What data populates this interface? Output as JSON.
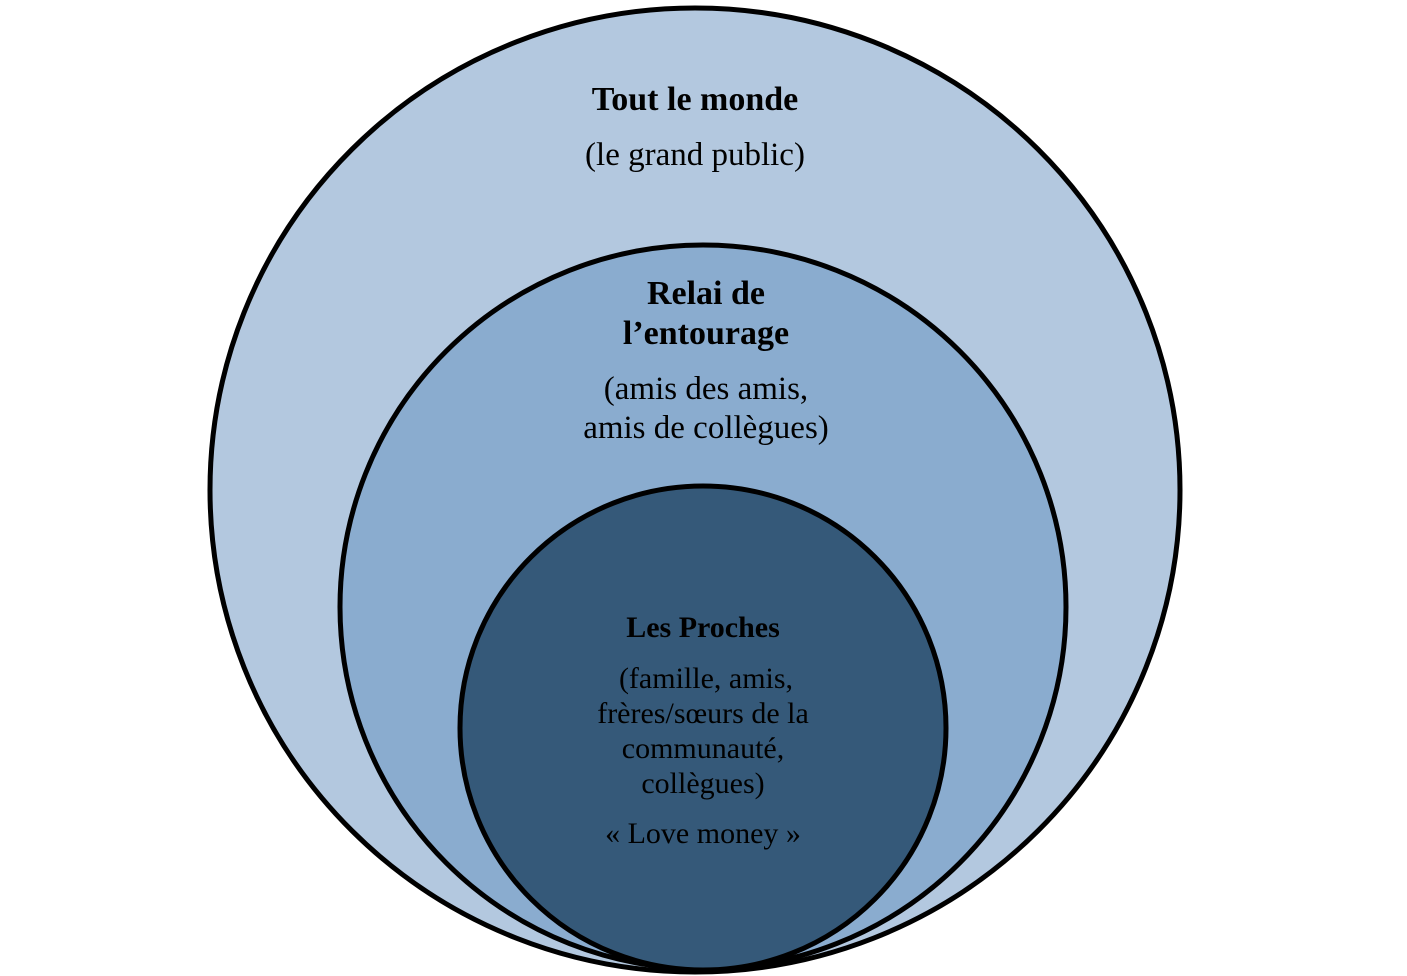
{
  "colors": {
    "outer_fill": "#b3c8df",
    "middle_fill": "#8aaccf",
    "inner_fill": "#355979",
    "stroke": "#000000"
  },
  "circles": [
    {
      "id": "outer",
      "title_lines": [
        "Tout le monde"
      ],
      "subtitle_lines": [
        "(le grand public)"
      ]
    },
    {
      "id": "middle",
      "title_lines": [
        "Relai de",
        "l’entourage"
      ],
      "subtitle_lines": [
        "(amis des amis,",
        "amis de collègues)"
      ]
    },
    {
      "id": "inner",
      "title_lines": [
        "Les Proches"
      ],
      "subtitle_lines": [
        "(famille, amis,",
        "frères/sœurs de la",
        "communauté,",
        "collègues)"
      ],
      "note": "« Love money »"
    }
  ]
}
